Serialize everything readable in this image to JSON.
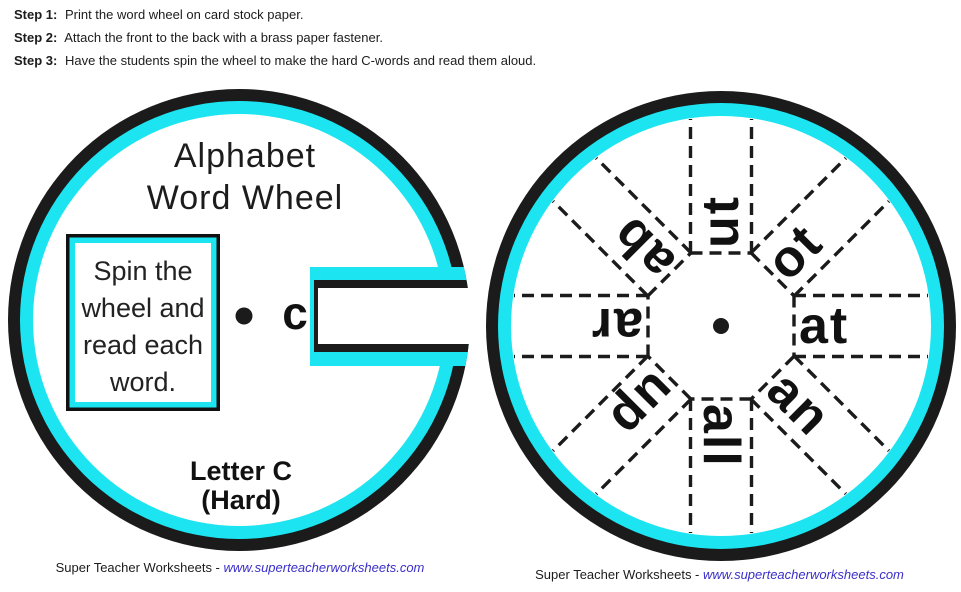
{
  "steps": [
    {
      "label": "Step 1:",
      "text": "Print the word wheel on card stock paper."
    },
    {
      "label": "Step 2:",
      "text": "Attach the front to the back with a brass paper fastener."
    },
    {
      "label": "Step 3:",
      "text": "Have the students spin the wheel to make the hard C-words and read them aloud."
    }
  ],
  "front_wheel": {
    "title_line1": "Alphabet",
    "title_line2": "Word Wheel",
    "instruction_lines": [
      "Spin the",
      "wheel and",
      "read each",
      "word."
    ],
    "window_letter": "c",
    "label_line1": "Letter C",
    "label_line2": "(Hard)",
    "footer_prefix": "Super Teacher Worksheets - ",
    "footer_link": "www.superteacherworksheets.com"
  },
  "back_wheel": {
    "words": [
      {
        "text": "at",
        "position": "east",
        "rotation_deg": 0
      },
      {
        "text": "ot",
        "position": "northeast",
        "rotation_deg": -45
      },
      {
        "text": "ut",
        "position": "north",
        "rotation_deg": -90
      },
      {
        "text": "ab",
        "position": "northwest",
        "rotation_deg": -135
      },
      {
        "text": "ar",
        "position": "west",
        "rotation_deg": 180
      },
      {
        "text": "up",
        "position": "southwest",
        "rotation_deg": 135
      },
      {
        "text": "all",
        "position": "south",
        "rotation_deg": 90
      },
      {
        "text": "an",
        "position": "southeast",
        "rotation_deg": 45
      }
    ],
    "footer_prefix": "Super Teacher Worksheets - ",
    "footer_link": "www.superteacherworksheets.com"
  },
  "colors": {
    "accent_cyan": "#1ce4f0",
    "ring_black": "#1b1b1b",
    "link_blue": "#3a2fc8"
  }
}
